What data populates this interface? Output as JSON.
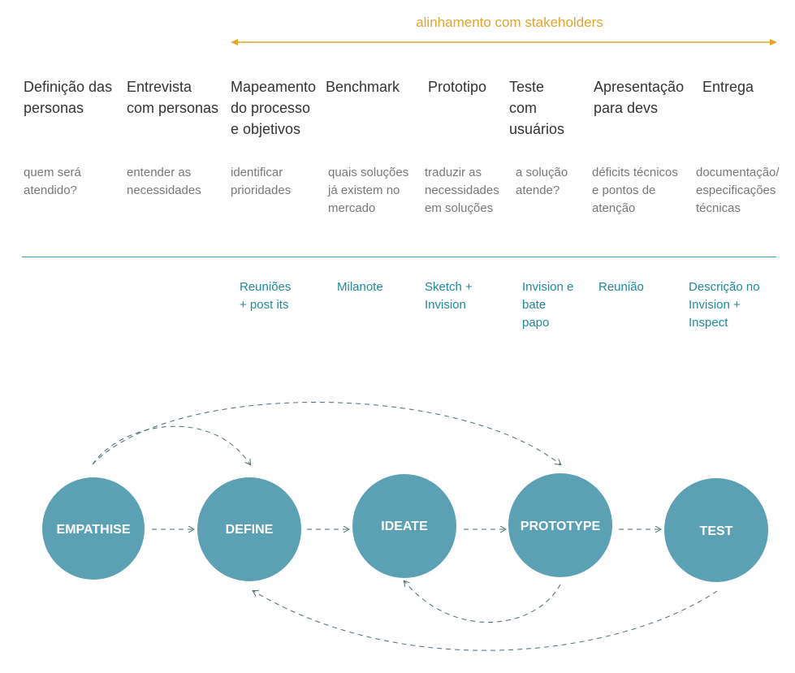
{
  "banner": {
    "label": "alinhamento com stakeholders",
    "color": "#E5A32A"
  },
  "stages": [
    {
      "title": "Definição das\npersonas",
      "description": "quem será\natendido?",
      "tools": ""
    },
    {
      "title": "Entrevista\ncom personas",
      "description": "entender as\nnecessidades",
      "tools": ""
    },
    {
      "title": "Mapeamento\ndo processo\ne objetivos",
      "description": "identificar\nprioridades",
      "tools": "Reuniões\n+ post its"
    },
    {
      "title": "Benchmark",
      "description": "quais soluções\njá existem no\nmercado",
      "tools": "Milanote"
    },
    {
      "title": "Prototipo",
      "description": "traduzir as\nnecessidades\nem soluções",
      "tools": "Sketch +\nInvision"
    },
    {
      "title": "Teste\ncom\nusuários",
      "description": "a solução\natende?",
      "tools": "Invision e\nbate\npapo"
    },
    {
      "title": "Apresentação\npara devs",
      "description": "déficits técnicos\ne pontos de\natenção",
      "tools": "Reunião"
    },
    {
      "title": "Entrega",
      "description": "documentação/\nespecificações\ntécnicas",
      "tools": "Descrição no\nInvision +\nInspect"
    }
  ],
  "design_thinking": {
    "nodes": [
      "EMPATHISE",
      "DEFINE",
      "IDEATE",
      "PROTOTYPE",
      "TEST"
    ],
    "node_color": "#5BA1B3"
  },
  "colors": {
    "divider": "#3AA0BF",
    "tool_text": "#1E8A9B",
    "desc_text": "#777777",
    "stage_text": "#333333"
  }
}
